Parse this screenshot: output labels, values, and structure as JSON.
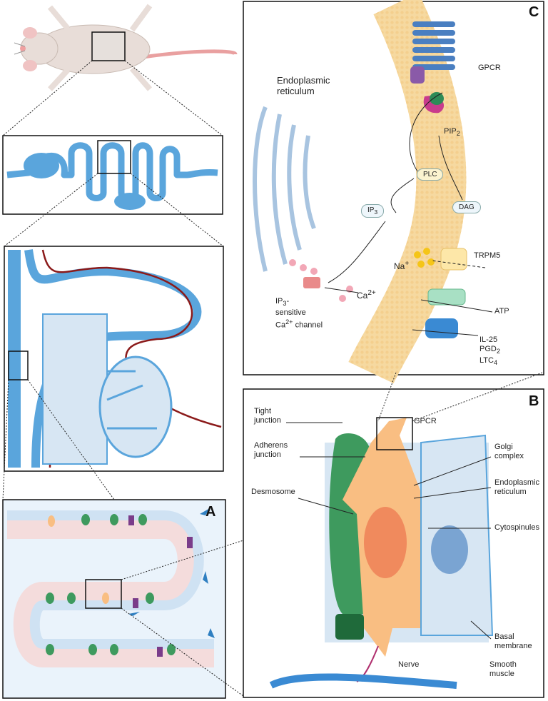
{
  "panels": {
    "a": "A",
    "b": "B",
    "c": "C"
  },
  "panel_c": {
    "er_label_1": "Endoplasmic",
    "er_label_2": "reticulum",
    "gpcr": "GPCR",
    "pip2": "PIP",
    "pip2_sub": "2",
    "plc": "PLC",
    "ip3": "IP",
    "ip3_sub": "3",
    "dag": "DAG",
    "na": "Na",
    "na_sup": "+",
    "trpm5": "TRPM5",
    "ca": "Ca",
    "ca_sup": "2+",
    "ip3_channel_1": "IP",
    "ip3_channel_1_sub": "3",
    "ip3_channel_1b": "-",
    "ip3_channel_2": "sensitive",
    "ip3_channel_3": "Ca",
    "ip3_channel_3_sup": "2+",
    "ip3_channel_3b": " channel",
    "atp": "ATP",
    "il25": "IL-25",
    "pgd2": "PGD",
    "pgd2_sub": "2",
    "ltc4": "LTC",
    "ltc4_sub": "4"
  },
  "panel_b": {
    "tight_1": "Tight",
    "tight_2": "junction",
    "adherens_1": "Adherens",
    "adherens_2": "junction",
    "desmosome": "Desmosome",
    "gpcr": "GPCR",
    "golgi_1": "Golgi",
    "golgi_2": "complex",
    "er_1": "Endoplasmic",
    "er_2": "reticulum",
    "cytospinules": "Cytospinules",
    "basal_1": "Basal",
    "basal_2": "membrane",
    "nerve": "Nerve",
    "smooth_1": "Smooth",
    "smooth_2": "muscle"
  },
  "colors": {
    "intestine_blue": "#5aa5dc",
    "tuft_orange": "#f9be82",
    "goblet_green": "#3e9a5e",
    "membrane_yellow": "#f6d9a0",
    "vessel_red": "#8b1a1a"
  }
}
